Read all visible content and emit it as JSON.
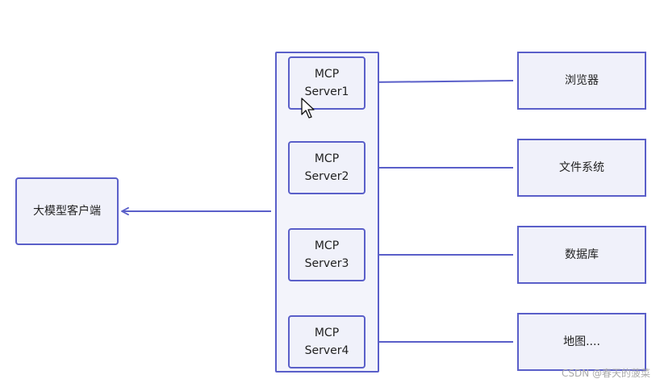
{
  "client": {
    "label": "大模型客户端"
  },
  "servers": [
    {
      "line1": "MCP",
      "line2": "Server1"
    },
    {
      "line1": "MCP",
      "line2": "Server2"
    },
    {
      "line1": "MCP",
      "line2": "Server3"
    },
    {
      "line1": "MCP",
      "line2": "Server4"
    }
  ],
  "resources": [
    {
      "label": "浏览器"
    },
    {
      "label": "文件系统"
    },
    {
      "label": "数据库"
    },
    {
      "label": "地图...."
    }
  ],
  "watermark": "CSDN @春天的菠菜",
  "colors": {
    "stroke": "#5a5fc9",
    "fill": "#f0f1fa"
  }
}
